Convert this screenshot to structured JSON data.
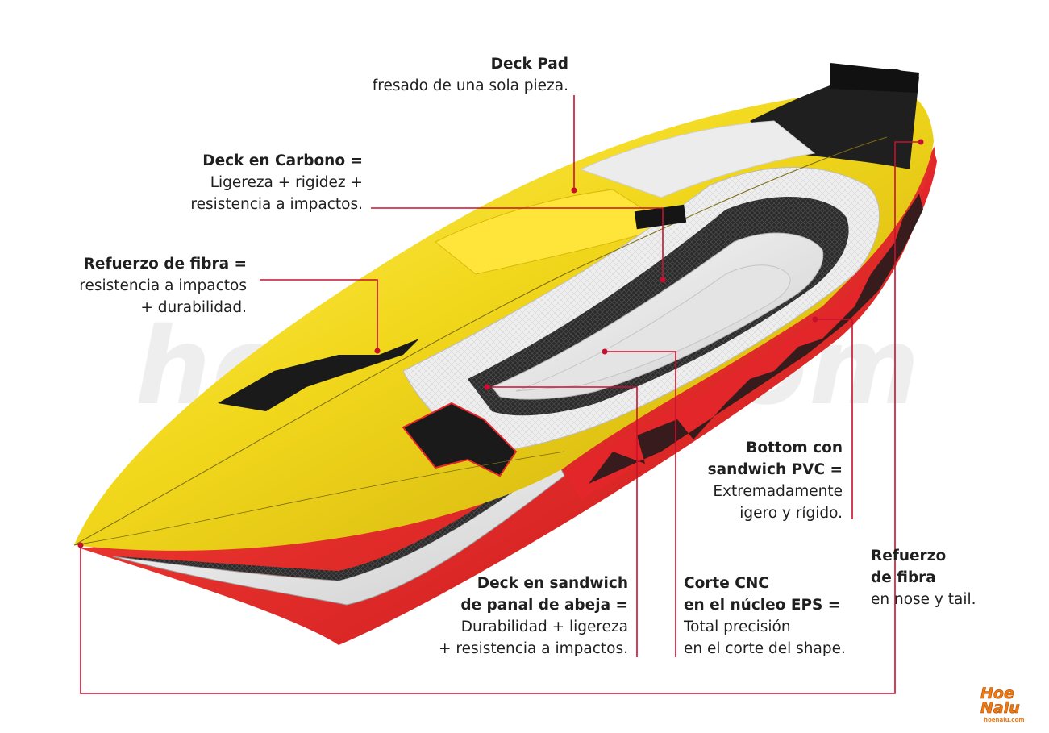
{
  "watermark": "hoenalu.com",
  "labels": {
    "deck_pad": {
      "title": "Deck Pad",
      "line1": "fresado de una sola pieza."
    },
    "deck_carbono": {
      "title": "Deck en Carbono =",
      "line1": "Ligereza + rigidez +",
      "line2": "resistencia a impactos."
    },
    "refuerzo_fibra_left": {
      "title": "Refuerzo de fibra =",
      "line1": "resistencia a impactos",
      "line2": "+ durabilidad."
    },
    "bottom_sandwich": {
      "title1": "Bottom con",
      "title2": "sandwich PVC =",
      "line1": "Extremadamente",
      "line2": "igero y rígido."
    },
    "refuerzo_fibra_right": {
      "title1": "Refuerzo",
      "title2": "de fibra",
      "line1": "en nose y tail."
    },
    "deck_sandwich": {
      "title1": "Deck en sandwich",
      "title2": "de panal de abeja =",
      "line1": "Durabilidad + ligereza",
      "line2": "+ resistencia a impactos."
    },
    "corte_cnc": {
      "title1": "Corte CNC",
      "title2": "en el núcleo EPS =",
      "line1": "Total precisión",
      "line2": "en el corte del shape."
    }
  },
  "logo": {
    "line1": "Hoe",
    "line2": "Nalu",
    "line3": "hoenalu.com"
  },
  "colors": {
    "leader": "#c8102e",
    "board_yellow": "#f2d81c",
    "board_red": "#e3262a",
    "board_black": "#1a1a1a",
    "logo_orange": "#f07a10"
  }
}
